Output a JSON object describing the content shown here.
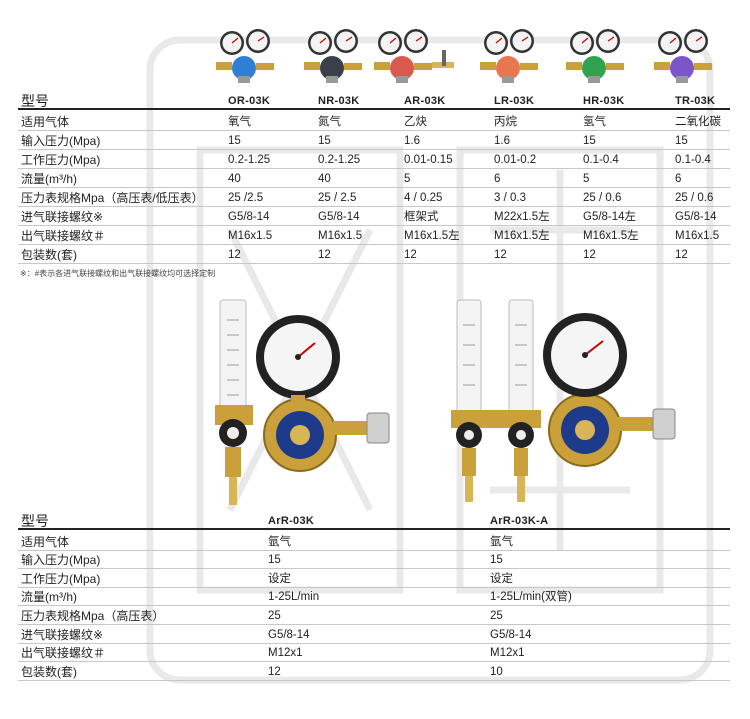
{
  "top_table": {
    "models": [
      "OR-03K",
      "NR-03K",
      "AR-03K",
      "LR-03K",
      "HR-03K",
      "TR-03K"
    ],
    "header_label": "型号",
    "rows": [
      {
        "label": "适用气体",
        "values": [
          "氧气",
          "氮气",
          "乙炔",
          "丙烷",
          "氢气",
          "二氧化碳"
        ]
      },
      {
        "label": "输入压力(Mpa)",
        "values": [
          "15",
          "15",
          "1.6",
          "1.6",
          "15",
          "15"
        ]
      },
      {
        "label": "工作压力(Mpa)",
        "values": [
          "0.2-1.25",
          "0.2-1.25",
          "0.01-0.15",
          "0.01-0.2",
          "0.1-0.4",
          "0.1-0.4"
        ]
      },
      {
        "label": "流量(m³/h)",
        "values": [
          "40",
          "40",
          "5",
          "6",
          "5",
          "6"
        ]
      },
      {
        "label": "压力表规格Mpa（高压表/低压表）",
        "values": [
          "25 /2.5",
          "25 / 2.5",
          "4 / 0.25",
          "3 / 0.3",
          "25 / 0.6",
          "25 / 0.6"
        ]
      },
      {
        "label": "进气联接螺纹※",
        "values": [
          "G5/8-14",
          "G5/8-14",
          "框架式",
          "M22x1.5左",
          "G5/8-14左",
          "G5/8-14"
        ]
      },
      {
        "label": "出气联接螺纹＃",
        "values": [
          "M16x1.5",
          "M16x1.5",
          "M16x1.5左",
          "M16x1.5左",
          "M16x1.5左",
          "M16x1.5"
        ]
      },
      {
        "label": "包装数(套)",
        "values": [
          "12",
          "12",
          "12",
          "12",
          "12",
          "12"
        ]
      }
    ]
  },
  "note": "※：#表示各进气联接螺纹和出气联接螺纹均可选择定制",
  "bottom_table": {
    "models": [
      "ArR-03K",
      "ArR-03K-A"
    ],
    "header_label": "型号",
    "rows": [
      {
        "label": "适用气体",
        "values": [
          "氩气",
          "氩气"
        ]
      },
      {
        "label": "输入压力(Mpa)",
        "values": [
          "15",
          "15"
        ]
      },
      {
        "label": "工作压力(Mpa)",
        "values": [
          "设定",
          "设定"
        ]
      },
      {
        "label": "流量(m³/h)",
        "values": [
          "1-25L/min",
          "1-25L/min(双管)"
        ]
      },
      {
        "label": "压力表规格Mpa（高压表）",
        "values": [
          "25",
          "25"
        ]
      },
      {
        "label": "进气联接螺纹※",
        "values": [
          "G5/8-14",
          "G5/8-14"
        ]
      },
      {
        "label": "出气联接螺纹＃",
        "values": [
          "M12x1",
          "M12x1"
        ]
      },
      {
        "label": "包装数(套)",
        "values": [
          "12",
          "10"
        ]
      }
    ]
  },
  "products": {
    "small_colors": [
      "#2f7fd6",
      "#3a3f4a",
      "#d9594f",
      "#e7774f",
      "#2fa34f",
      "#7a56c9"
    ],
    "brass": "#c9a03a"
  }
}
